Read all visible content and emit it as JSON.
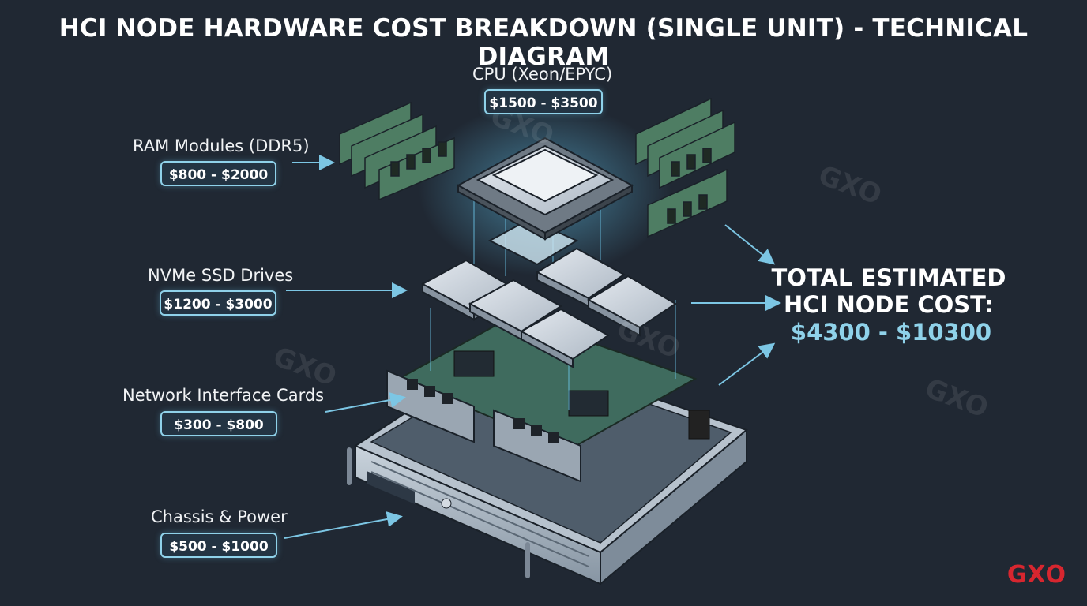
{
  "title": "HCI NODE HARDWARE COST BREAKDOWN (SINGLE UNIT) - TECHNICAL DIAGRAM",
  "components": {
    "cpu": {
      "label": "CPU (Xeon/EPYC)",
      "price": "$1500 - $3500"
    },
    "ram": {
      "label": "RAM Modules (DDR5)",
      "price": "$800 - $2000"
    },
    "nvme": {
      "label": "NVMe SSD Drives",
      "price": "$1200 - $3000"
    },
    "nic": {
      "label": "Network Interface Cards",
      "price": "$300 - $800"
    },
    "chassis": {
      "label": "Chassis & Power",
      "price": "$500 - $1000"
    }
  },
  "total": {
    "line1": "TOTAL ESTIMATED",
    "line2": "HCI NODE COST:",
    "value": "$4300 - $10300"
  },
  "watermark": "GXO",
  "brand": "GXO",
  "colors": {
    "background": "#202833",
    "accent": "#8fd2ea",
    "total_value": "#8fd2ea",
    "brand": "#d7262f",
    "pcb": "#3f6b5e"
  }
}
